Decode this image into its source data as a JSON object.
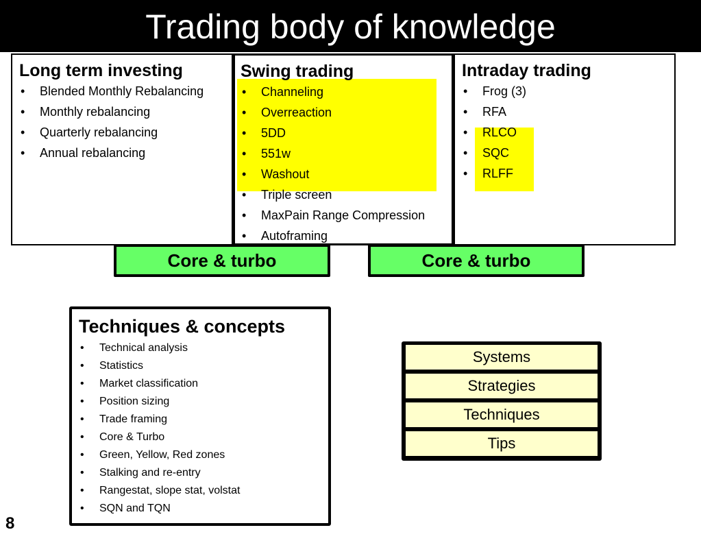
{
  "title": "Trading body of knowledge",
  "long_term": {
    "heading": "Long term investing",
    "items": [
      "Blended Monthly Rebalancing",
      "Monthly rebalancing",
      "Quarterly rebalancing",
      "Annual rebalancing"
    ]
  },
  "swing": {
    "heading": "Swing trading",
    "items": [
      "Channeling",
      "Overreaction",
      "5DD",
      "551w",
      "Washout",
      "Triple screen",
      "MaxPain Range Compression",
      "Autoframing"
    ]
  },
  "intraday": {
    "heading": "Intraday trading",
    "items": [
      "Frog (3)",
      "RFA",
      "RLCO",
      "SQC",
      "RLFF"
    ]
  },
  "core_left": "Core & turbo",
  "core_right": "Core & turbo",
  "techniques": {
    "heading": "Techniques & concepts",
    "items": [
      "Technical analysis",
      "Statistics",
      "Market classification",
      "Position sizing",
      "Trade framing",
      "Core & Turbo",
      "Green, Yellow, Red zones",
      "Stalking and re-entry",
      "Rangestat, slope stat, volstat",
      "SQN and TQN"
    ]
  },
  "stack": [
    "Systems",
    "Strategies",
    "Techniques",
    "Tips"
  ],
  "bullet": "•",
  "page_number": "8",
  "colors": {
    "highlight": "#ffff00",
    "core_green": "#66ff66",
    "stack_fill": "#ffffcc"
  }
}
